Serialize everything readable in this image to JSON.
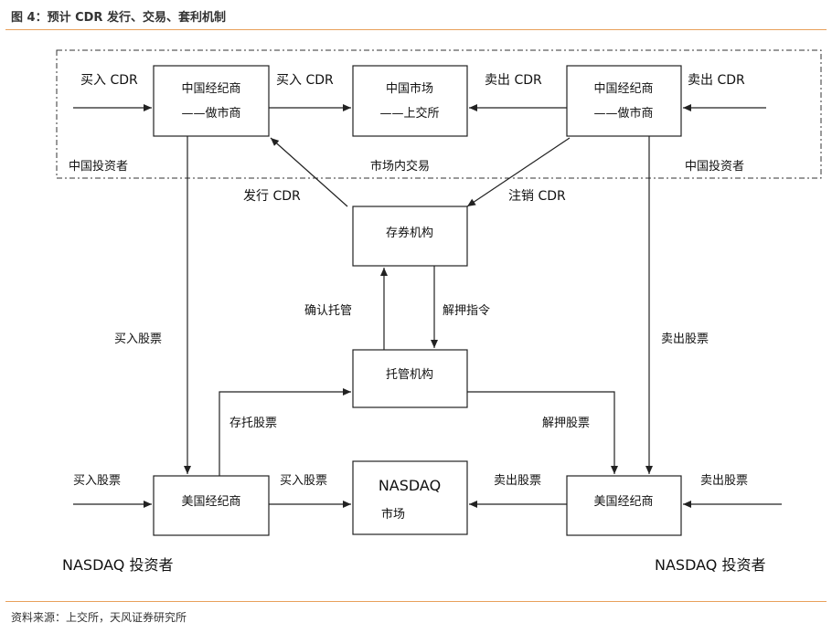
{
  "header": {
    "title": "图 4：预计 CDR 发行、交易、套利机制"
  },
  "footer": {
    "source": "资料来源：上交所，天风证券研究所"
  },
  "nodes": {
    "broker_left": {
      "line1": "中国经纪商",
      "line2": "——做市商"
    },
    "cn_market": {
      "line1": "中国市场",
      "line2": "——上交所"
    },
    "broker_right": {
      "line1": "中国经纪商",
      "line2": "——做市商"
    },
    "depositary": {
      "line1": "存券机构"
    },
    "custodian": {
      "line1": "托管机构"
    },
    "us_broker_left": {
      "line1": "美国经纪商"
    },
    "nasdaq": {
      "line1": "NASDAQ",
      "line2": "市场"
    },
    "us_broker_right": {
      "line1": "美国经纪商"
    }
  },
  "labels": {
    "buy_cdr_in": "买入 CDR",
    "buy_cdr_mid": "买入 CDR",
    "sell_cdr_mid": "卖出 CDR",
    "sell_cdr_in": "卖出 CDR",
    "cn_investor_left": "中国投资者",
    "domestic_trade": "市场内交易",
    "cn_investor_right": "中国投资者",
    "issue_cdr": "发行 CDR",
    "cancel_cdr": "注销 CDR",
    "confirm_custody": "确认托管",
    "release_instruction": "解押指令",
    "buy_stock_left": "买入股票",
    "sell_stock_right": "卖出股票",
    "deposit_stock": "存托股票",
    "release_stock": "解押股票",
    "buy_stock_in": "买入股票",
    "buy_stock_mid": "买入股票",
    "sell_stock_mid": "卖出股票",
    "sell_stock_in": "卖出股票",
    "nasdaq_investor_left": "NASDAQ 投资者",
    "nasdaq_investor_right": "NASDAQ 投资者"
  }
}
